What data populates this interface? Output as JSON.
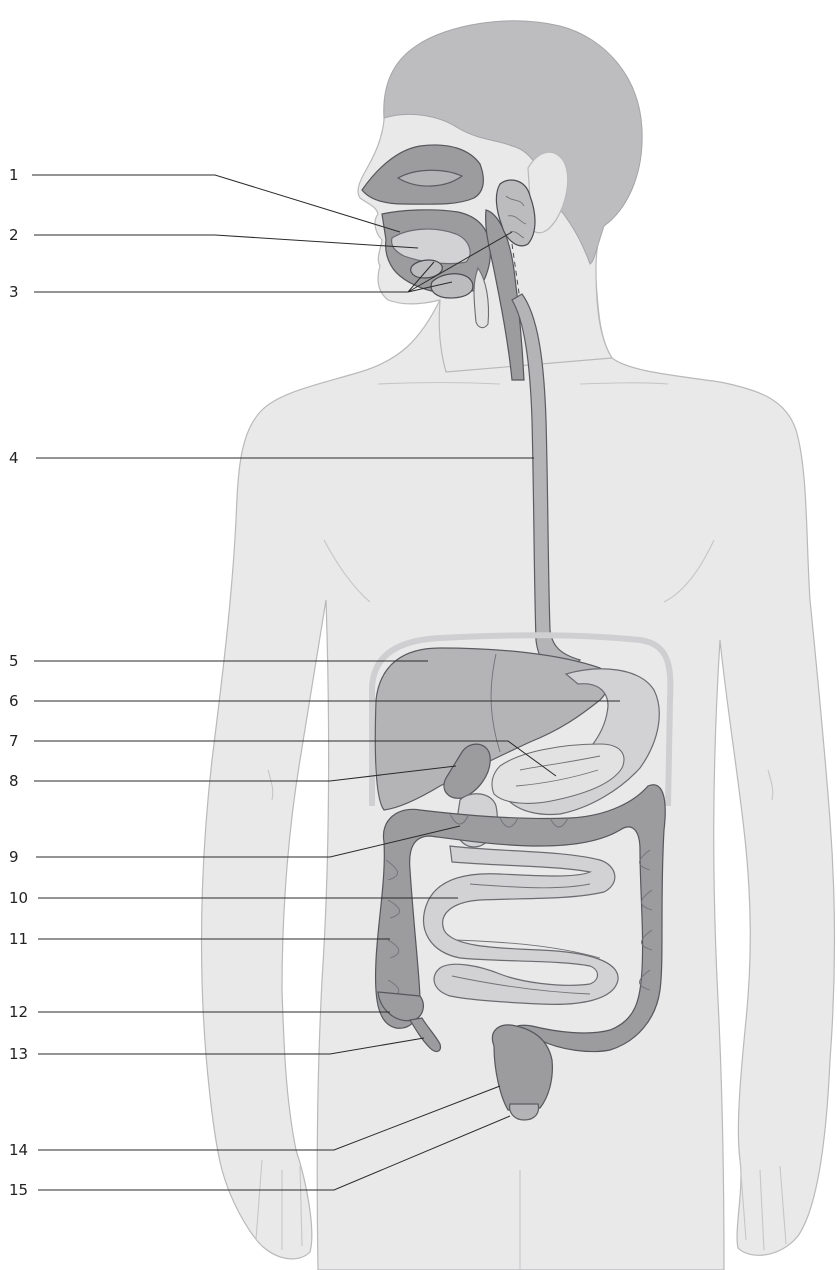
{
  "diagram": {
    "labels": [
      {
        "id": "l1",
        "text": "1"
      },
      {
        "id": "l2",
        "text": "2"
      },
      {
        "id": "l3",
        "text": "3"
      },
      {
        "id": "l4",
        "text": "4"
      },
      {
        "id": "l5",
        "text": "5"
      },
      {
        "id": "l6",
        "text": "6"
      },
      {
        "id": "l7",
        "text": "7"
      },
      {
        "id": "l8",
        "text": "8"
      },
      {
        "id": "l9",
        "text": "9"
      },
      {
        "id": "l10",
        "text": "10"
      },
      {
        "id": "l11",
        "text": "11"
      },
      {
        "id": "l12",
        "text": "12"
      },
      {
        "id": "l13",
        "text": "13"
      },
      {
        "id": "l14",
        "text": "14"
      },
      {
        "id": "l15",
        "text": "15"
      }
    ],
    "colors": {
      "skin": "#e9e9ea",
      "hair": "#bdbdbf",
      "organ_dark": "#9c9c9f",
      "organ_mid": "#b4b4b7",
      "organ_light": "#d2d2d4",
      "leader_line": "#2a2a2a"
    }
  }
}
